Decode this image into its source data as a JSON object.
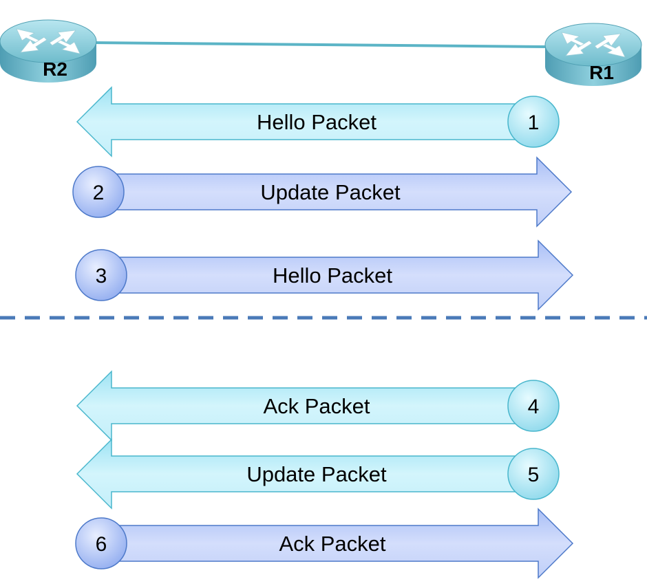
{
  "routers": {
    "left": {
      "label": "R2"
    },
    "right": {
      "label": "R1"
    }
  },
  "messages": [
    {
      "step": "1",
      "label": "Hello Packet",
      "direction": "left",
      "phase": "upper"
    },
    {
      "step": "2",
      "label": "Update Packet",
      "direction": "right",
      "phase": "upper"
    },
    {
      "step": "3",
      "label": "Hello Packet",
      "direction": "right",
      "phase": "upper"
    },
    {
      "step": "4",
      "label": "Ack Packet",
      "direction": "left",
      "phase": "lower"
    },
    {
      "step": "5",
      "label": "Update Packet",
      "direction": "left",
      "phase": "lower"
    },
    {
      "step": "6",
      "label": "Ack Packet",
      "direction": "right",
      "phase": "lower"
    }
  ],
  "colors": {
    "left_arrow_fill": "#c6f1fb",
    "left_arrow_stroke": "#48b6cc",
    "right_arrow_fill": "#c2d2fb",
    "right_arrow_stroke": "#4d79c9",
    "separator": "#4a7ab8",
    "link": "#5bb4c6",
    "router_body": "#6cb8ca"
  }
}
